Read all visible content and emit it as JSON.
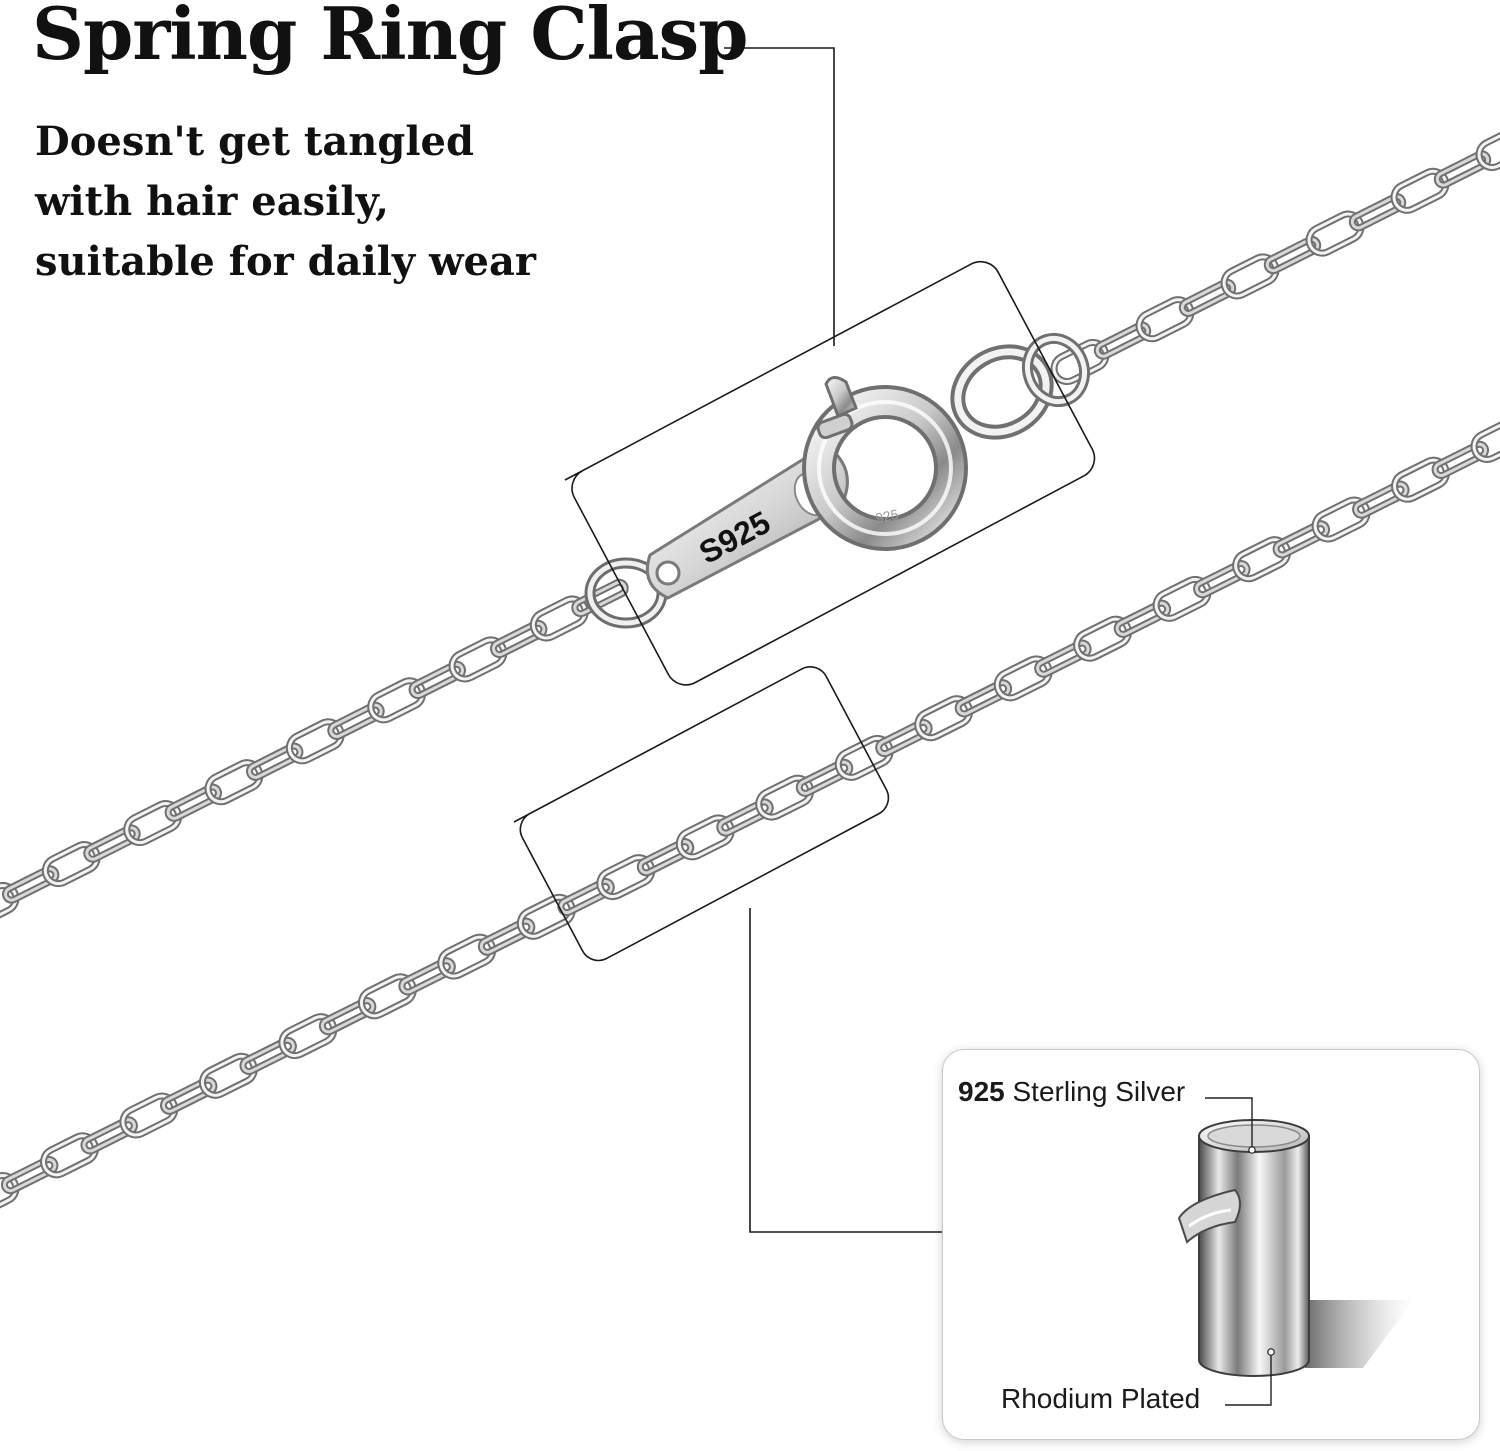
{
  "headline": "Spring Ring Clasp",
  "subcopy": {
    "line1": "Doesn't get tangled",
    "line2": "with hair easily,",
    "line3": "suitable for daily wear"
  },
  "clasp": {
    "tag_stamp": "S925",
    "ring_stamp": "925"
  },
  "material_callout": {
    "silver_purity": "925",
    "silver_label": "Sterling Silver",
    "plating_label": "Rhodium Plated"
  },
  "colors": {
    "text": "#111111",
    "frame_line": "#1a1a1a",
    "metal_light": "#f4f4f4",
    "metal_mid": "#b8b8b8",
    "metal_dark": "#6f6f6f"
  }
}
